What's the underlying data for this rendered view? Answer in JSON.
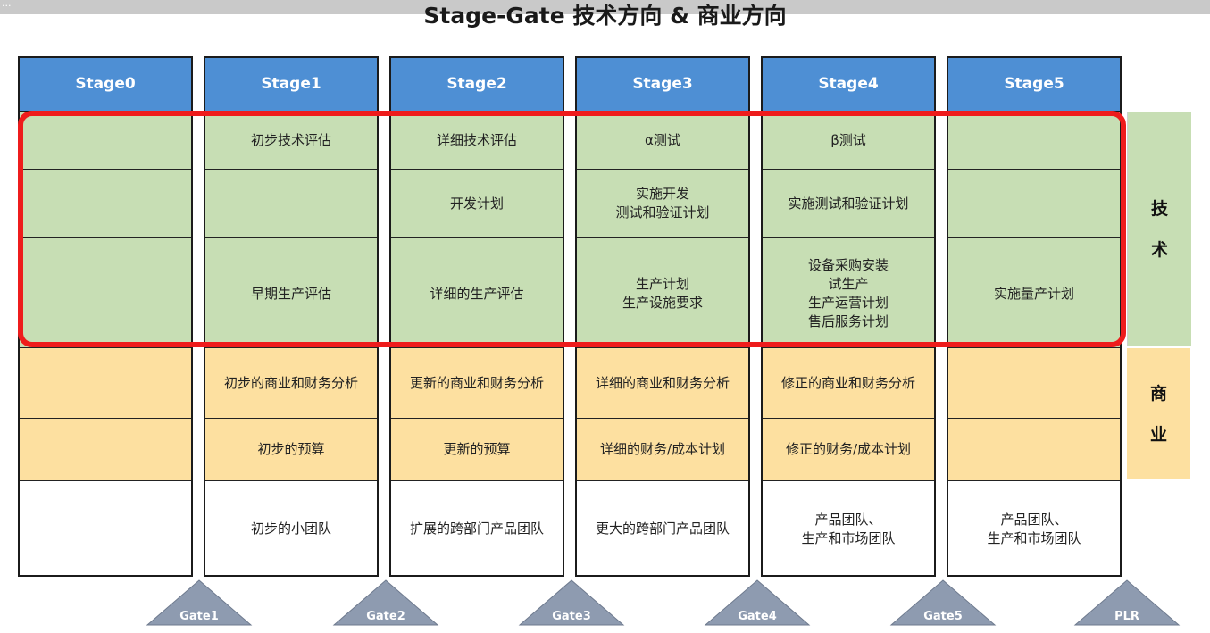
{
  "header": {
    "title": "Stage-Gate 技术方向 & 商业方向",
    "top_caption": "..."
  },
  "side_labels": {
    "tech": [
      "技",
      "术"
    ],
    "biz": [
      "商",
      "业"
    ]
  },
  "stages": [
    {
      "name": "Stage0",
      "tech_1": "",
      "tech_2": "",
      "tech_3": "",
      "biz_1": "",
      "biz_2": "",
      "team": ""
    },
    {
      "name": "Stage1",
      "tech_1": "初步技术评估",
      "tech_2": "",
      "tech_3": "早期生产评估",
      "biz_1": "初步的商业和财务分析",
      "biz_2": "初步的预算",
      "team": "初步的小团队"
    },
    {
      "name": "Stage2",
      "tech_1": "详细技术评估",
      "tech_2": "开发计划",
      "tech_3": "详细的生产评估",
      "biz_1": "更新的商业和财务分析",
      "biz_2": "更新的预算",
      "team": "扩展的跨部门产品团队"
    },
    {
      "name": "Stage3",
      "tech_1": "α测试",
      "tech_2": "实施开发\n测试和验证计划",
      "tech_3": "生产计划\n生产设施要求",
      "biz_1": "详细的商业和财务分析",
      "biz_2": "详细的财务/成本计划",
      "team": "更大的跨部门产品团队"
    },
    {
      "name": "Stage4",
      "tech_1": "β测试",
      "tech_2": "实施测试和验证计划",
      "tech_3": "设备采购安装\n试生产\n生产运营计划\n售后服务计划",
      "biz_1": "修正的商业和财务分析",
      "biz_2": "修正的财务/成本计划",
      "team": "产品团队、\n生产和市场团队"
    },
    {
      "name": "Stage5",
      "tech_1": "",
      "tech_2": "",
      "tech_3": "实施量产计划",
      "biz_1": "",
      "biz_2": "",
      "team": "产品团队、\n生产和市场团队"
    }
  ],
  "gates": [
    "Gate1",
    "Gate2",
    "Gate3",
    "Gate4",
    "Gate5",
    "PLR"
  ],
  "colors": {
    "stage_header": "#4e8fd4",
    "tech_fill": "#c7deb4",
    "biz_fill": "#fde0a0",
    "highlight_border": "#ee1c1c",
    "gate_fill": "#8e9bb0"
  }
}
